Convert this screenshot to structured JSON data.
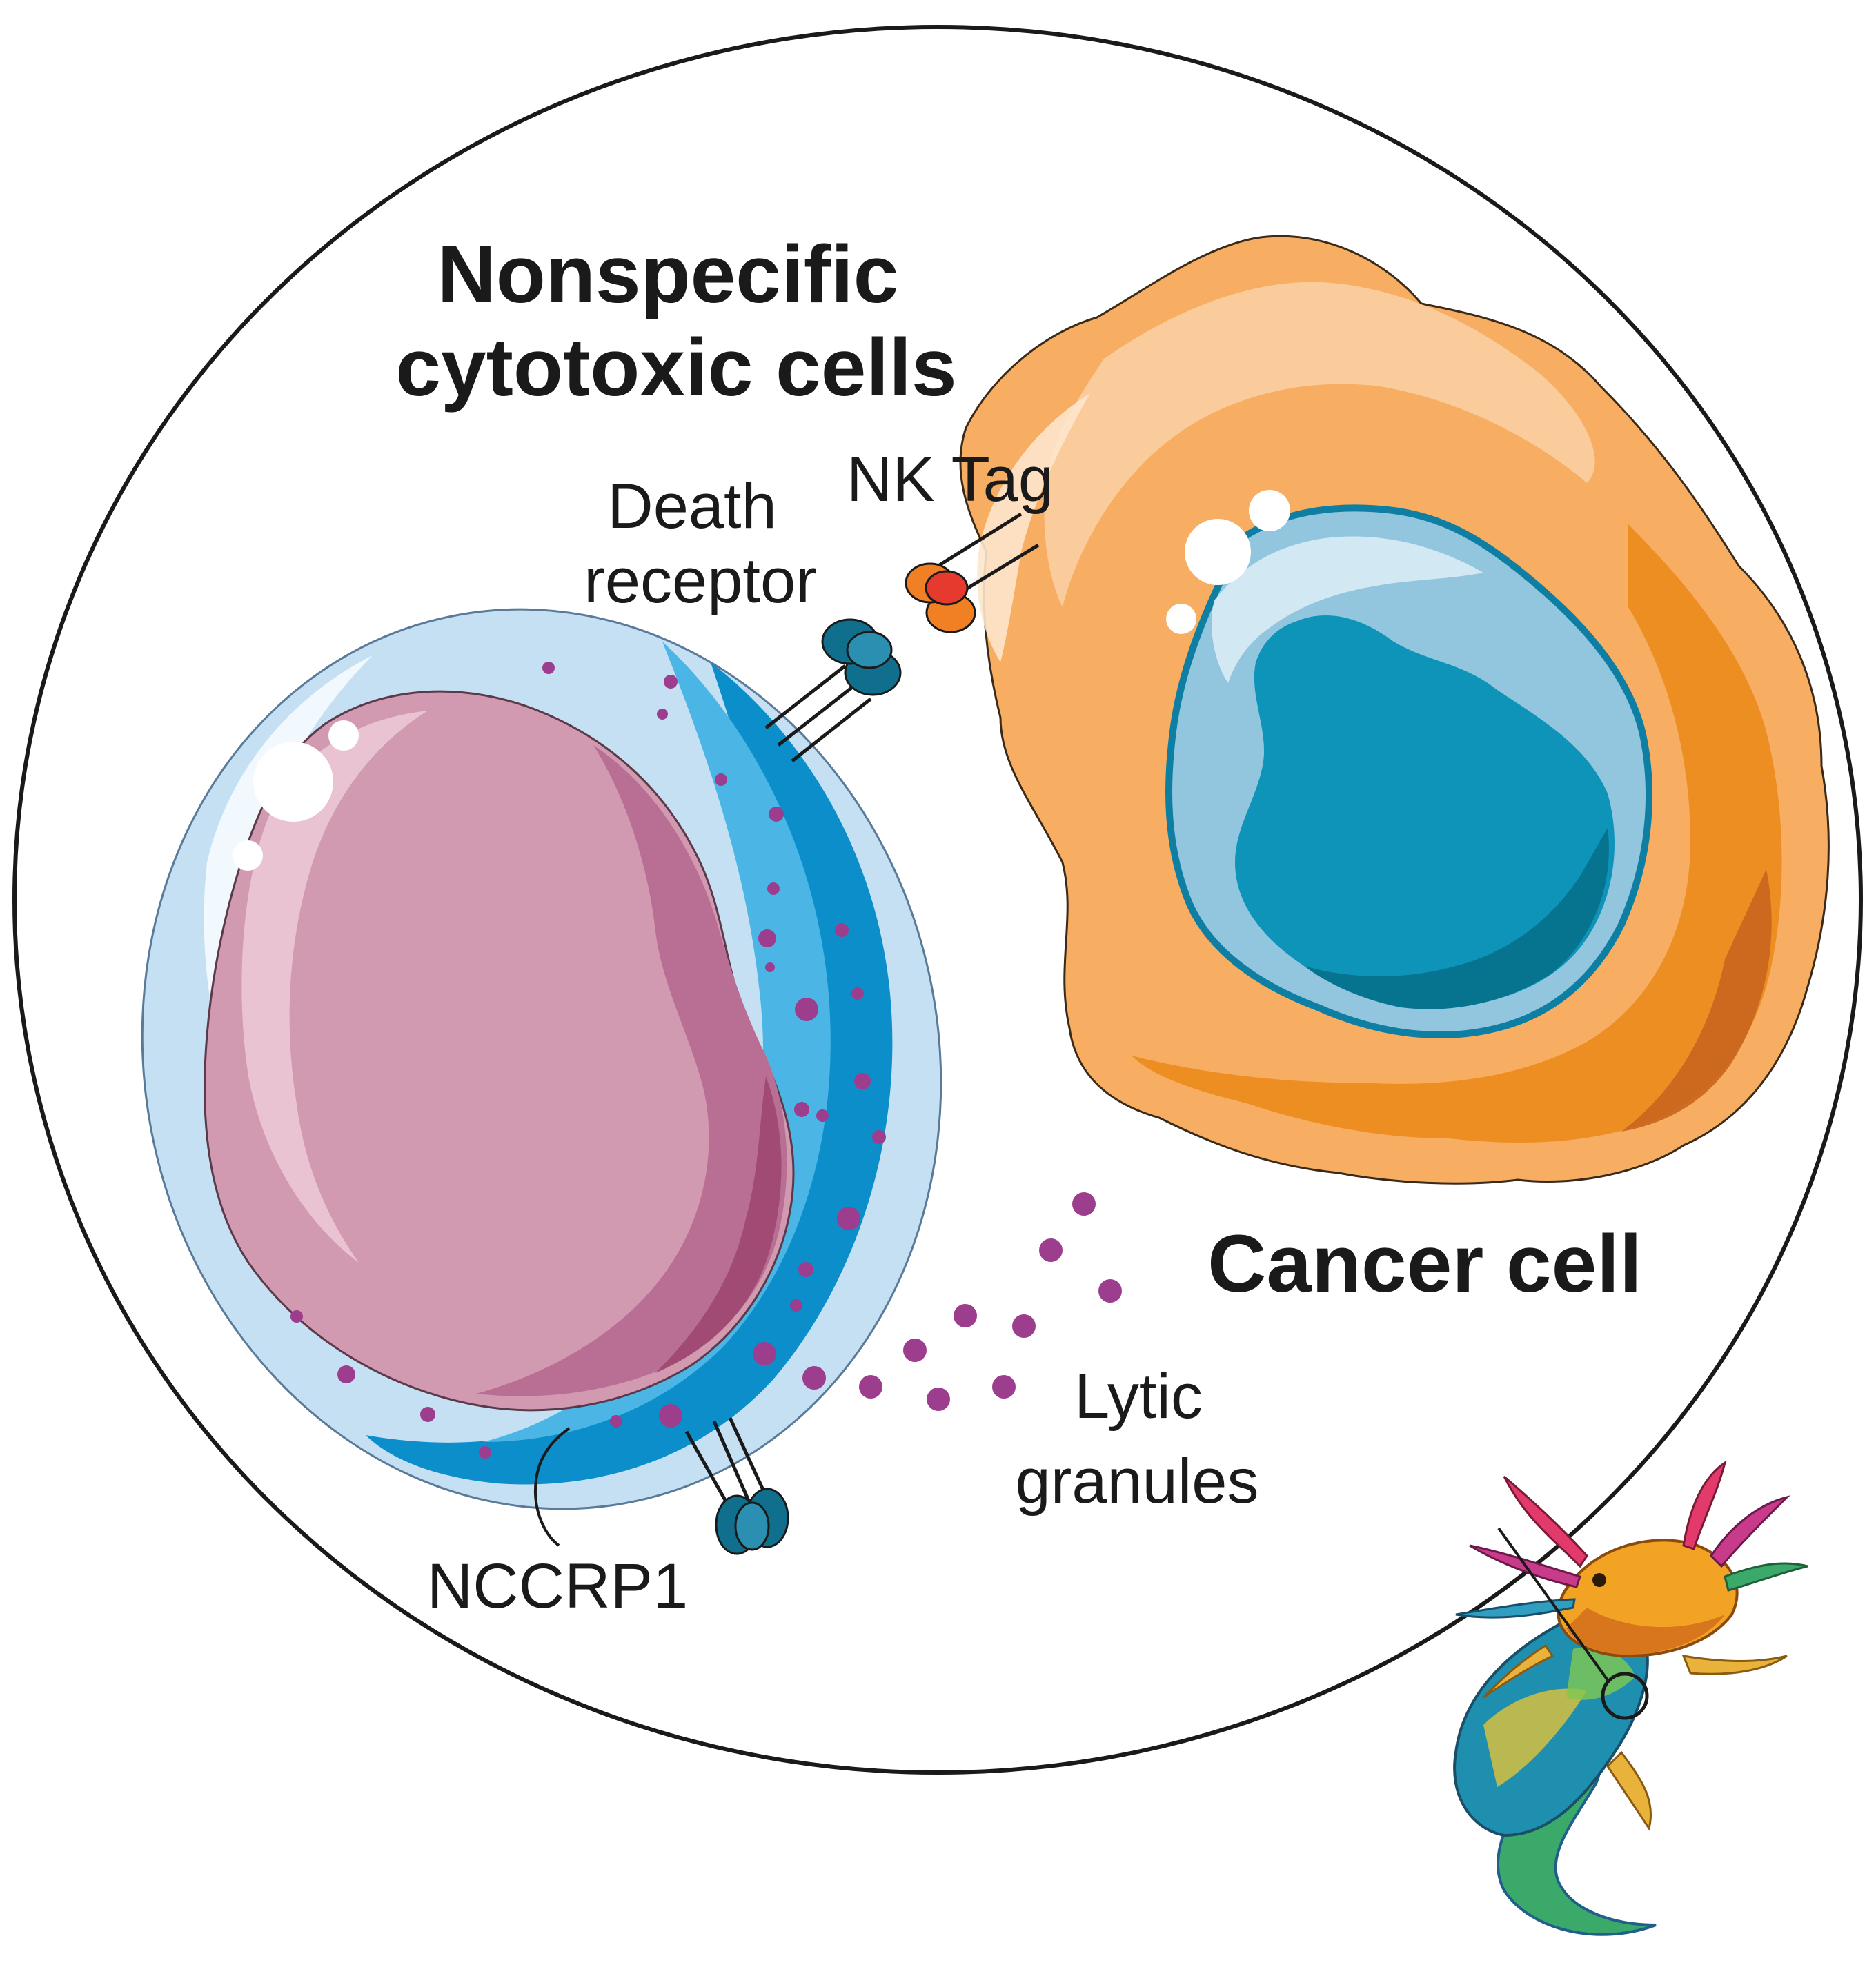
{
  "labels": {
    "title_line1": "Nonspecific",
    "title_line2": "cytotoxic cells",
    "nk_tag": "NK Tag",
    "death_receptor_line1": "Death",
    "death_receptor_line2": "receptor",
    "cancer_cell": "Cancer cell",
    "lytic_line1": "Lytic",
    "lytic_line2": "granules",
    "nccrp1": "NCCRP1"
  },
  "colors": {
    "outline": "#1a1a1a",
    "cytotoxic_membrane_light": "#c6e0f3",
    "cytotoxic_membrane_mid": "#4bb6e5",
    "cytotoxic_membrane_dark": "#0c8ecb",
    "cytotoxic_nucleus": "#d29ab1",
    "cytotoxic_nucleus_shade": "#a14a73",
    "granule": "#9c3d8e",
    "cancer_outer": "#f7ad62",
    "cancer_light": "#fbd1a6",
    "cancer_dark": "#ed8e22",
    "cancer_nucleus_light": "#92c5de",
    "cancer_nucleus_mid": "#0e93b9",
    "cancer_nucleus_dark": "#06738f",
    "receptor": "#0f6f8c",
    "nk_tag_orange": "#f08023",
    "nk_tag_red": "#e63a2e"
  }
}
